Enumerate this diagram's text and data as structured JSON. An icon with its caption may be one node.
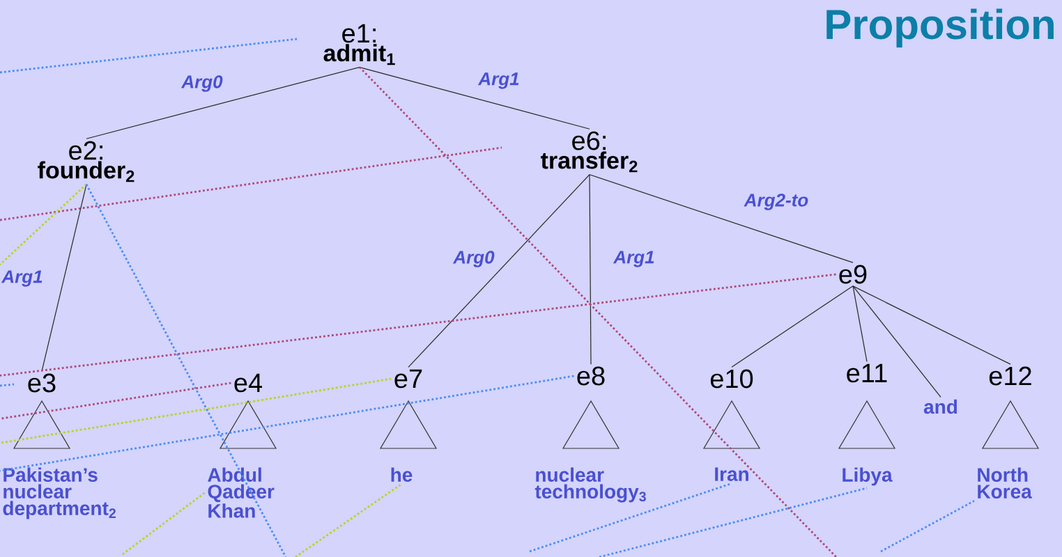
{
  "diagram": {
    "title": "Proposition",
    "nodes": [
      {
        "text": [
          "e1:",
          "admit$_{1}$"
        ]
      },
      {
        "text": [
          "e2:",
          "founder$_{2}$"
        ]
      },
      {
        "text": [
          "e6:",
          "transfer$_{2}$"
        ]
      },
      {
        "text": [
          "e9"
        ]
      },
      {
        "text": [
          "e3"
        ]
      },
      {
        "text": [
          "e4"
        ]
      },
      {
        "text": [
          "e7"
        ]
      },
      {
        "text": [
          "e8"
        ]
      },
      {
        "text": [
          "e10"
        ]
      },
      {
        "text": [
          "e11"
        ]
      },
      {
        "text": [
          "and"
        ]
      },
      {
        "text": [
          "e12"
        ]
      },
      {
        "text": [
          "Pakistan’s nuclear department$_{2}$"
        ]
      },
      {
        "text": [
          "Abdul Qadeer Khan"
        ]
      },
      {
        "text": [
          "he"
        ]
      },
      {
        "text": [
          "nuclear technology$_{3}$"
        ]
      },
      {
        "text": [
          "Iran"
        ]
      },
      {
        "text": [
          "Libya"
        ]
      },
      {
        "text": [
          "North Korea"
        ]
      }
    ],
    "edges": [
      {
        "from": 0,
        "to": 1,
        "arrow": "none",
        "label": "Arg0"
      },
      {
        "from": 0,
        "to": 2,
        "arrow": "none",
        "label": "Arg1"
      },
      {
        "from": 1,
        "to": 4,
        "arrow": "none",
        "label": "Arg1"
      },
      {
        "from": 2,
        "to": 6,
        "arrow": "none",
        "label": "Arg0"
      },
      {
        "from": 2,
        "to": 7,
        "arrow": "none",
        "label": "Arg1"
      },
      {
        "from": 2,
        "to": 3,
        "arrow": "none",
        "label": "Arg2-to"
      },
      {
        "from": 3,
        "to": 8,
        "arrow": "none"
      },
      {
        "from": 3,
        "to": 9,
        "arrow": "none"
      },
      {
        "from": 3,
        "to": 10,
        "arrow": "none"
      },
      {
        "from": 3,
        "to": 11,
        "arrow": "none"
      },
      {
        "from": 0,
        "to": null,
        "arrow": "none",
        "style": "dashed",
        "color": "#b0487a"
      },
      {
        "from": 1,
        "to": null,
        "arrow": "none",
        "style": "dashed",
        "color": "#b8d41a"
      },
      {
        "from": 1,
        "to": null,
        "arrow": "none",
        "style": "dashed",
        "color": "#4a8cf5"
      },
      {
        "from": 3,
        "to": null,
        "arrow": "none",
        "style": "dashed",
        "color": "#b0487a"
      },
      {
        "from": 5,
        "to": null,
        "arrow": "none",
        "style": "dashed",
        "color": "#b0487a"
      },
      {
        "from": 6,
        "to": null,
        "arrow": "none",
        "style": "dashed",
        "color": "#b8d41a"
      },
      {
        "from": 7,
        "to": null,
        "arrow": "none",
        "style": "dashed",
        "color": "#4a8cf5"
      },
      {
        "from": null,
        "to": 13,
        "arrow": "none",
        "style": "dashed",
        "color": "#b8d41a"
      },
      {
        "from": null,
        "to": 14,
        "arrow": "none",
        "style": "dashed",
        "color": "#b8d41a"
      },
      {
        "from": null,
        "to": 16,
        "arrow": "none",
        "style": "dashed",
        "color": "#4a8cf5"
      },
      {
        "from": null,
        "to": 17,
        "arrow": "none",
        "style": "dashed",
        "color": "#4a8cf5"
      },
      {
        "from": null,
        "to": 18,
        "arrow": "none",
        "style": "dashed",
        "color": "#4a8cf5"
      }
    ]
  }
}
